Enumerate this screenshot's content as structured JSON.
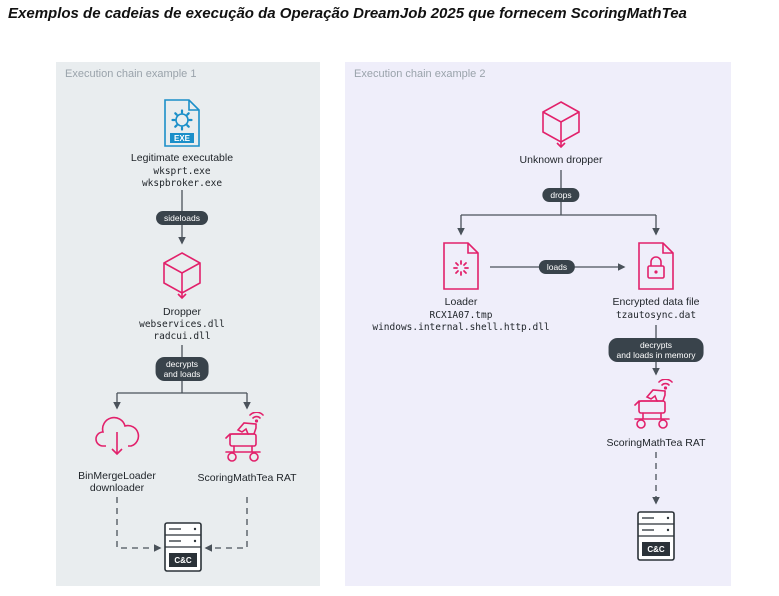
{
  "title": "Exemplos de cadeias de execução da Operação DreamJob 2025 que fornecem ScoringMathTea",
  "colors": {
    "accent_blue": "#1b8fc9",
    "accent_pink": "#e2216b",
    "connector": "#4a525a",
    "pill_bg": "#39434b"
  },
  "chain1": {
    "heading": "Execution chain example 1",
    "exe_badge": "EXE",
    "legit_title": "Legitimate executable",
    "legit_file1": "wksprt.exe",
    "legit_file2": "wkspbroker.exe",
    "edge_sideloads": "sideloads",
    "dropper_title": "Dropper",
    "dropper_file1": "webservices.dll",
    "dropper_file2": "radcui.dll",
    "edge_decrypts_1": "decrypts",
    "edge_decrypts_2": "and loads",
    "downloader_title1": "BinMergeLoader",
    "downloader_title2": "downloader",
    "rat_title": "ScoringMathTea RAT",
    "cc_label": "C&C"
  },
  "chain2": {
    "heading": "Execution chain example 2",
    "dropper_title": "Unknown dropper",
    "edge_drops": "drops",
    "loader_title": "Loader",
    "loader_file1": "RCX1A07.tmp",
    "loader_file2": "windows.internal.shell.http.dll",
    "edge_loads": "loads",
    "encrypted_title": "Encrypted data file",
    "encrypted_file": "tzautosync.dat",
    "edge_decrypts_1": "decrypts",
    "edge_decrypts_2": "and loads in memory",
    "rat_title": "ScoringMathTea RAT",
    "cc_label": "C&C"
  }
}
